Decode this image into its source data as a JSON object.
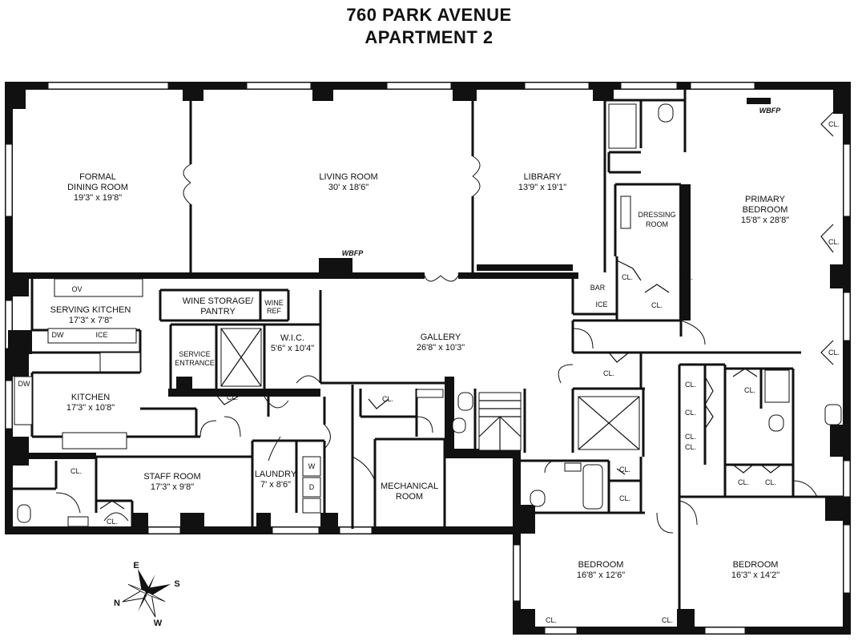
{
  "header": {
    "line1": "760 PARK AVENUE",
    "line2": "APARTMENT 2"
  },
  "rooms": {
    "formal_dining": {
      "name1": "FORMAL",
      "name2": "DINING ROOM",
      "dims": "19'3\" x 19'8\""
    },
    "living": {
      "name": "LIVING ROOM",
      "dims": "30' x 18'6\""
    },
    "library": {
      "name": "LIBRARY",
      "dims": "13'9\" x 19'1\""
    },
    "dressing": {
      "name1": "DRESSING",
      "name2": "ROOM"
    },
    "primary_bedroom": {
      "name1": "PRIMARY",
      "name2": "BEDROOM",
      "dims": "15'8\" x 28'8\""
    },
    "serving_kitchen": {
      "name": "SERVING KITCHEN",
      "dims": "17'3\" x 7'8\""
    },
    "wine_storage": {
      "name1": "WINE STORAGE/",
      "name2": "PANTRY"
    },
    "wine_ref": {
      "name1": "WINE",
      "name2": "REF"
    },
    "service_entrance": {
      "name1": "SERVICE",
      "name2": "ENTRANCE"
    },
    "wic": {
      "name": "W.I.C.",
      "dims": "5'6\" x 10'4\""
    },
    "gallery": {
      "name": "GALLERY",
      "dims": "26'8\" x 10'3\""
    },
    "kitchen": {
      "name": "KITCHEN",
      "dims": "17'3\" x 10'8\""
    },
    "staff_room": {
      "name": "STAFF ROOM",
      "dims": "17'3\" x 9'8\""
    },
    "laundry": {
      "name": "LAUNDRY",
      "dims": "7' x 8'6\""
    },
    "mechanical": {
      "name1": "MECHANICAL",
      "name2": "ROOM"
    },
    "bedroom_1": {
      "name": "BEDROOM",
      "dims": "16'8\" x 12'6\""
    },
    "bedroom_2": {
      "name": "BEDROOM",
      "dims": "16'3\" x 14'2\""
    }
  },
  "fixtures": {
    "wbfp": "WBFP",
    "closet": "CL.",
    "bar": "BAR",
    "ice": "ICE",
    "ov": "OV",
    "dw": "DW",
    "washer": "W",
    "dryer": "D"
  },
  "compass": {
    "e": "E",
    "s": "S",
    "n": "N",
    "w": "W"
  }
}
